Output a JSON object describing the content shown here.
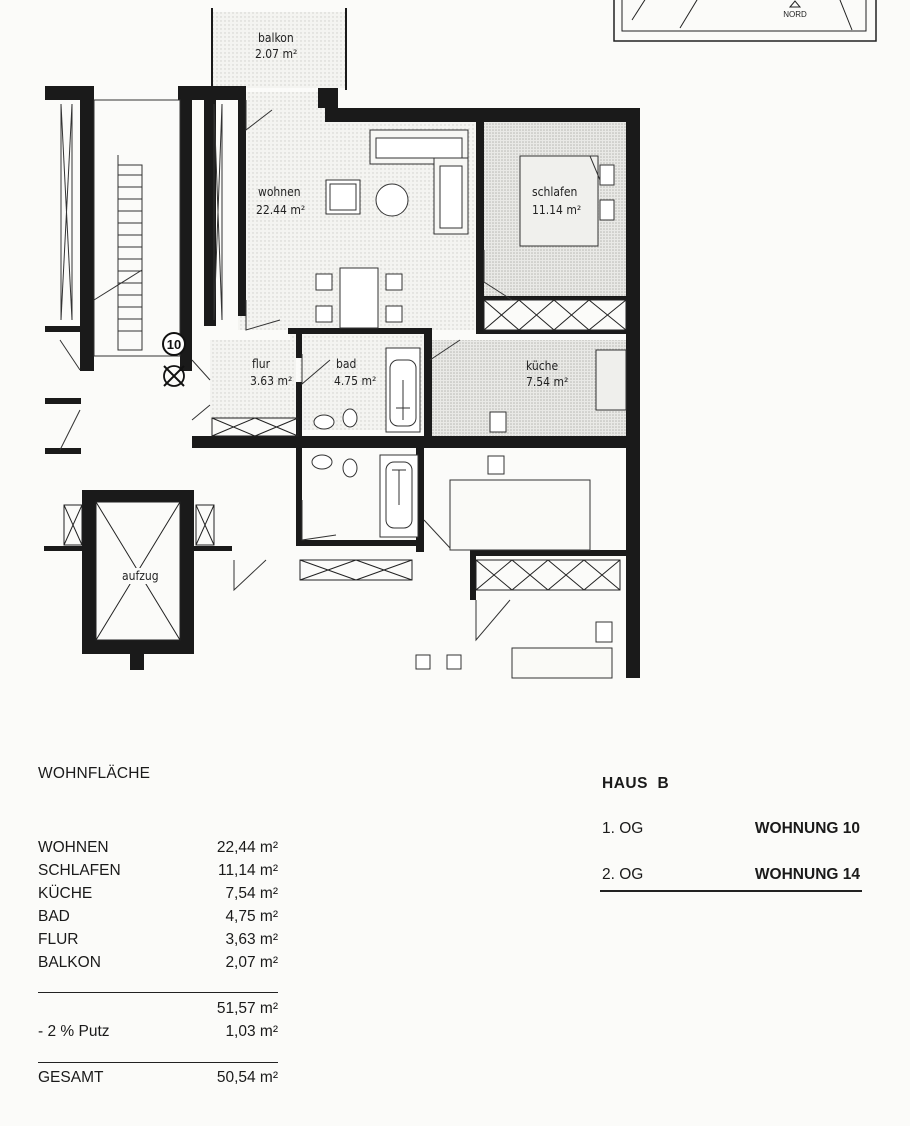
{
  "plan": {
    "compass_label": "NORD",
    "unit_marker": "10",
    "rooms": [
      {
        "key": "balkon",
        "name": "balkon",
        "area": "2.07 m²"
      },
      {
        "key": "wohnen",
        "name": "wohnen",
        "area": "22.44 m²"
      },
      {
        "key": "schlafen",
        "name": "schlafen",
        "area": "11.14 m²"
      },
      {
        "key": "flur",
        "name": "flur",
        "area": "3.63 m²"
      },
      {
        "key": "bad",
        "name": "bad",
        "area": "4.75 m²"
      },
      {
        "key": "kueche",
        "name": "küche",
        "area": "7.54 m²"
      },
      {
        "key": "aufzug",
        "name": "aufzug",
        "area": ""
      }
    ]
  },
  "wohnflaeche": {
    "title": "WOHNFLÄCHE",
    "rows": [
      {
        "name": "WOHNEN",
        "value": "22,44 m²"
      },
      {
        "name": "SCHLAFEN",
        "value": "11,14 m²"
      },
      {
        "name": "KÜCHE",
        "value": "7,54 m²"
      },
      {
        "name": "BAD",
        "value": "4,75 m²"
      },
      {
        "name": "FLUR",
        "value": "3,63 m²"
      },
      {
        "name": "BALKON",
        "value": "2,07 m²"
      }
    ],
    "subtotal": "51,57 m²",
    "putz_label": "- 2 % Putz",
    "putz_value": "1,03 m²",
    "total_label": "GESAMT",
    "total_value": "50,54 m²"
  },
  "haus": {
    "title": "HAUS  B",
    "units": [
      {
        "floor": "1. OG",
        "unit": "WOHNUNG 10"
      },
      {
        "floor": "2. OG",
        "unit": "WOHNUNG 14"
      }
    ]
  }
}
